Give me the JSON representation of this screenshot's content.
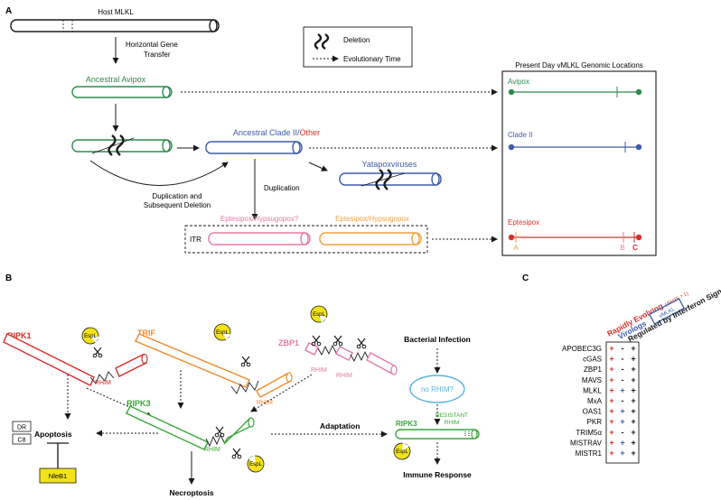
{
  "colors": {
    "black": "#1a1a1a",
    "avipox_green": "#2e8b4e",
    "clade2_blue": "#3b5bab",
    "other_red": "#d6302a",
    "eptesipox_red": "#d6302a",
    "eptesipox_pink": "#e57aa6",
    "eptesipox_orange": "#eea245",
    "ripk1_red": "#d6302a",
    "trif_orange": "#ee8a2a",
    "zbp1_pink": "#e57aa6",
    "ripk3_green": "#3aa63a",
    "norhim_blue": "#5ab3d8",
    "espl_yellow": "#f2e21a",
    "nleb1_yellow": "#f2e21a",
    "plus_red": "#d6302a",
    "plus_blue": "#3b5bab"
  },
  "panel_a": {
    "label": "A",
    "host": "Host MLKL",
    "hgt_line1": "Horizontal Gene",
    "hgt_line2": "Transfer",
    "legend_deletion": "Deletion",
    "legend_time": "Evolutionary Time",
    "ancestral_avipox": "Ancestral Avipox",
    "ancestral_clade_prefix": "Ancestral Clade II/",
    "ancestral_clade_other": "Other",
    "yatapox": "Yatapoxviruses",
    "duplication": "Duplication",
    "dup_del_line1": "Duplication and",
    "dup_del_line2": "Subsequent Deletion",
    "ept_hyps_q": "Eptesipox/Hypsugopox?",
    "ept_hyps": "Eptesipox/Hypsugopox",
    "itr": "ITR",
    "present_title": "Present Day vMLKL Genomic Locations",
    "loc_avipox": "Avipox",
    "loc_clade2": "Clade II",
    "loc_eptesipox": "Eptesipox",
    "mark_a": "A",
    "mark_b": "B",
    "mark_c": "C"
  },
  "panel_b": {
    "label": "B",
    "ripk1": "RIPK1",
    "trif": "TRIF",
    "zbp1": "ZBP1",
    "ripk3": "RIPK3",
    "ripk3_right": "RIPK3",
    "rhim": "RHIM",
    "espl": "EspL",
    "bacterial": "Bacterial Infection",
    "no_rhim": "no RHIM?",
    "resistant_line1": "RESISTANT",
    "resistant_line2": "RHIM",
    "adaptation": "Adaptation",
    "immune": "Immune Response",
    "apoptosis": "Apoptosis",
    "dr": "DR",
    "c8": "C8",
    "nleb1": "NleB1",
    "necroptosis": "Necroptosis"
  },
  "panel_c": {
    "label": "C",
    "col_rapid": "Rapidly Evolving",
    "col_rapid_note": "(dN/dS > 1)",
    "col_virologs": "Virologs",
    "col_virologs_tag": "vMLKL",
    "col_interferon": "Regulated by Interferon Signals",
    "rows": [
      {
        "gene": "APOBEC3G",
        "rapid": "+",
        "virolog": "-",
        "ifn": "+"
      },
      {
        "gene": "cGAS",
        "rapid": "+",
        "virolog": "-",
        "ifn": "+"
      },
      {
        "gene": "ZBP1",
        "rapid": "+",
        "virolog": "-",
        "ifn": "+"
      },
      {
        "gene": "MAVS",
        "rapid": "+",
        "virolog": "-",
        "ifn": "+"
      },
      {
        "gene": "MLKL",
        "rapid": "+",
        "virolog": "+",
        "ifn": "+"
      },
      {
        "gene": "MxA",
        "rapid": "+",
        "virolog": "-",
        "ifn": "+"
      },
      {
        "gene": "OAS1",
        "rapid": "+",
        "virolog": "+",
        "ifn": "+"
      },
      {
        "gene": "PKR",
        "rapid": "+",
        "virolog": "+",
        "ifn": "+"
      },
      {
        "gene": "TRIM5α",
        "rapid": "+",
        "virolog": "-",
        "ifn": "+"
      },
      {
        "gene": "MISTRAV",
        "rapid": "+",
        "virolog": "+",
        "ifn": "+"
      },
      {
        "gene": "MISTR1",
        "rapid": "+",
        "virolog": "+",
        "ifn": "+"
      }
    ]
  }
}
